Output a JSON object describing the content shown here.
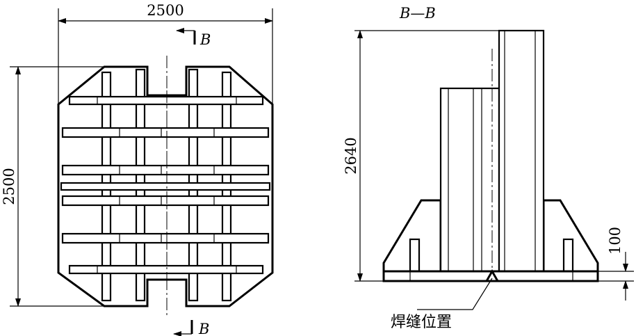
{
  "plan_view": {
    "width_dimension": "2500",
    "height_dimension": "2500",
    "section_mark_top": "B",
    "section_mark_bottom": "B"
  },
  "section_view": {
    "title": "B—B",
    "height_dimension": "2640",
    "base_dimension": "100",
    "weld_callout": "焊缝位置"
  }
}
